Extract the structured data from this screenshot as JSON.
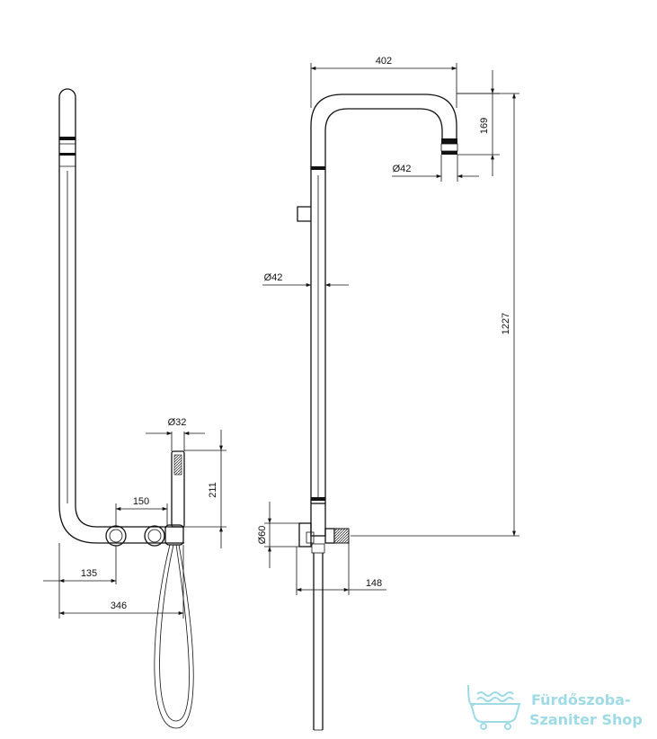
{
  "dimensions": {
    "top_width": "402",
    "spout_drop": "169",
    "spout_diameter": "Ø42",
    "column_diameter": "Ø42",
    "column_height": "1227",
    "mixer_diameter": "Ø60",
    "mixer_depth": "148",
    "hand_shower_diameter": "Ø32",
    "hand_shower_length": "211",
    "valve_spacing": "150",
    "pipe_offset": "135",
    "total_width": "346"
  },
  "watermark": {
    "line1": "Fürdőszoba-",
    "line2": "Szaniter Shop",
    "icon": "bathtub-icon",
    "color": "#9fdbe6"
  }
}
